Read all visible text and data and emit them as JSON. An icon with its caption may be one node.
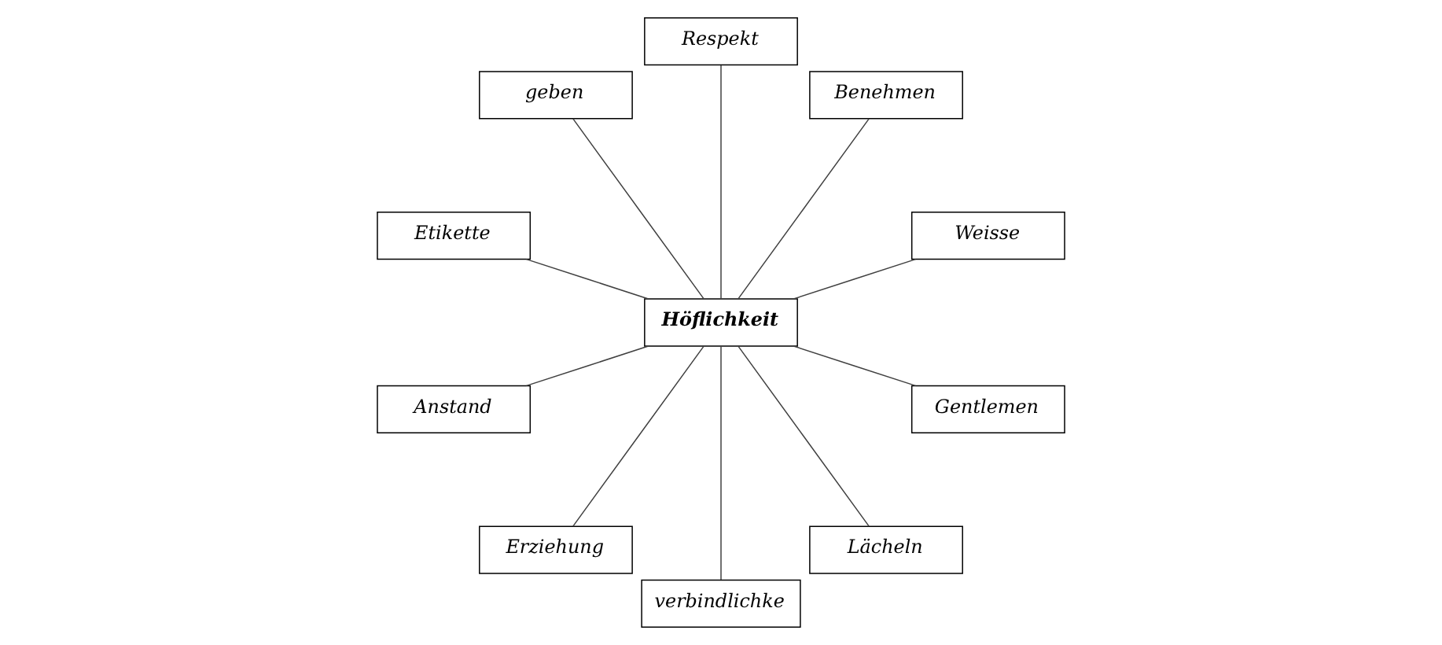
{
  "diagram": {
    "nodes": [
      {
        "text": [
          "Weisse"
        ]
      },
      {
        "text": [
          "Benehmen"
        ]
      },
      {
        "text": [
          "Respekt"
        ]
      },
      {
        "text": [
          "geben"
        ]
      },
      {
        "text": [
          "Höflichkeit"
        ]
      },
      {
        "text": [
          "Etikette"
        ]
      },
      {
        "text": [
          "Anstand"
        ]
      },
      {
        "text": [
          "Erziehung"
        ]
      },
      {
        "text": [
          "verbindlichke"
        ]
      },
      {
        "text": [
          "Lächeln"
        ]
      },
      {
        "text": [
          "Gentlemen"
        ]
      }
    ],
    "edges": [
      {
        "from": 4,
        "to": 0,
        "arrow": "none"
      },
      {
        "from": 4,
        "to": 1,
        "arrow": "none"
      },
      {
        "from": 4,
        "to": 2,
        "arrow": "none"
      },
      {
        "from": 4,
        "to": 3,
        "arrow": "none"
      },
      {
        "from": 4,
        "to": 5,
        "arrow": "none"
      },
      {
        "from": 4,
        "to": 6,
        "arrow": "none"
      },
      {
        "from": 4,
        "to": 7,
        "arrow": "none"
      },
      {
        "from": 4,
        "to": 8,
        "arrow": "none"
      },
      {
        "from": 4,
        "to": 9,
        "arrow": "none"
      },
      {
        "from": 4,
        "to": 10,
        "arrow": "none"
      }
    ]
  }
}
